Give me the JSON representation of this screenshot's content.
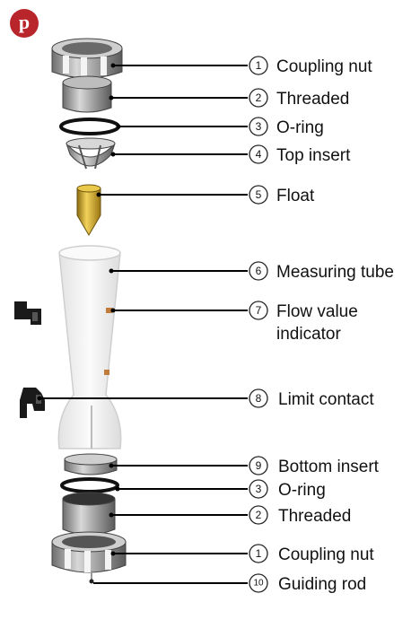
{
  "logo": {
    "letter": "p",
    "color": "#b8262b"
  },
  "callouts": [
    {
      "number": "1",
      "label": "Coupling nut"
    },
    {
      "number": "2",
      "label": "Threaded"
    },
    {
      "number": "3",
      "label": "O-ring"
    },
    {
      "number": "4",
      "label": "Top insert"
    },
    {
      "number": "5",
      "label": "Float"
    },
    {
      "number": "6",
      "label": "Measuring tube"
    },
    {
      "number": "7",
      "label": "Flow value",
      "label2": "indicator"
    },
    {
      "number": "8",
      "label": "Limit contact"
    },
    {
      "number": "9",
      "label": "Bottom insert"
    },
    {
      "number": "3",
      "label": "O-ring"
    },
    {
      "number": "2",
      "label": "Threaded"
    },
    {
      "number": "1",
      "label": "Coupling nut"
    },
    {
      "number": "10",
      "label": "Guiding rod"
    }
  ],
  "colors": {
    "float": "#c9a227",
    "indicator": "#c07a3a",
    "part_gray": "#8a8a8a",
    "tube": "#f2f2f2"
  }
}
